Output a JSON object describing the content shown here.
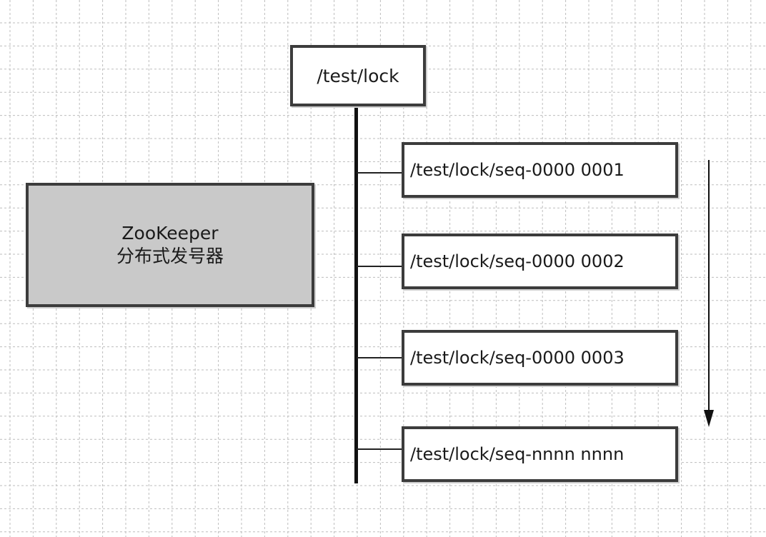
{
  "root": {
    "label": "/test/lock"
  },
  "generator": {
    "line1": "ZooKeeper",
    "line2": "分布式发号器"
  },
  "sequence_nodes": [
    "/test/lock/seq-0000 0001",
    "/test/lock/seq-0000 0002",
    "/test/lock/seq-0000 0003",
    "/test/lock/seq-nnnn nnnn"
  ],
  "colors": {
    "generator_fill": "#c9c9c9",
    "border": "#3c3c3c",
    "grid": "#bdbdbd"
  }
}
